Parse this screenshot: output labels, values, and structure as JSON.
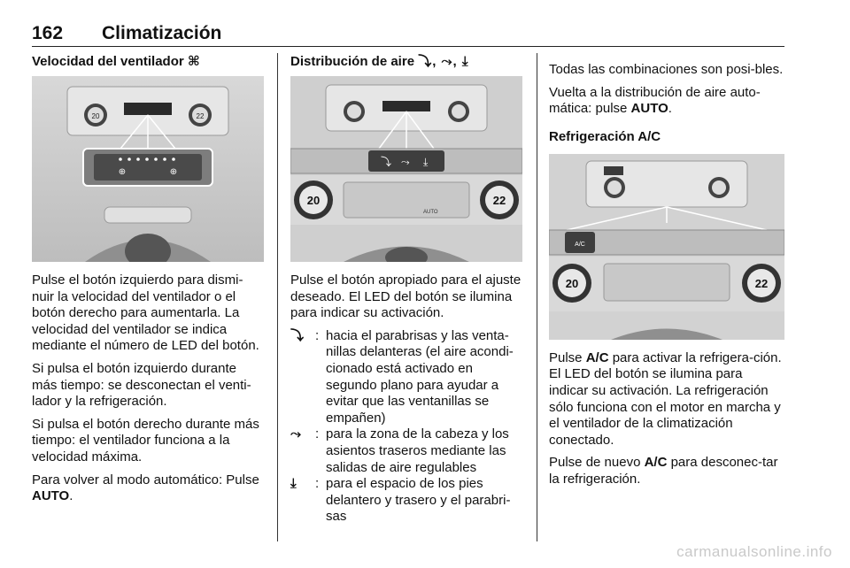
{
  "header": {
    "page_number": "162",
    "title": "Climatización"
  },
  "col1": {
    "heading": "Velocidad del ventilador",
    "heading_icon": "⌘",
    "para1": "Pulse el botón izquierdo para dismi-nuir la velocidad del ventilador o el botón derecho para aumentarla. La velocidad del ventilador se indica mediante el número de LED del botón.",
    "para2": "Si pulsa el botón izquierdo durante más tiempo: se desconectan el venti-lador y la refrigeración.",
    "para3": "Si pulsa el botón derecho durante más tiempo: el ventilador funciona a la velocidad máxima.",
    "para4_prefix": "Para volver al modo automático: Pulse ",
    "para4_bold": "AUTO",
    "para4_suffix": "."
  },
  "col2": {
    "heading": "Distribución de aire",
    "heading_icons": "⤵, ⤳, ⤓",
    "para1": "Pulse el botón apropiado para el ajuste deseado. El LED del botón se ilumina para indicar su activación.",
    "items": [
      {
        "symbol": "⤵",
        "text": "hacia el parabrisas y las venta-nillas delanteras (el aire acondi-cionado está activado en segundo plano para ayudar a evitar que las ventanillas se empañen)"
      },
      {
        "symbol": "⤳",
        "text": "para la zona de la cabeza y los asientos traseros mediante las salidas de aire regulables"
      },
      {
        "symbol": "⤓",
        "text": "para el espacio de los pies delantero y trasero y el parabri-sas"
      }
    ]
  },
  "col3": {
    "para1": "Todas las combinaciones son posi-bles.",
    "para2_prefix": "Vuelta a la distribución de aire auto-mática: pulse ",
    "para2_bold": "AUTO",
    "para2_suffix": ".",
    "heading": "Refrigeración A/C",
    "para3_prefix": "Pulse ",
    "para3_bold": "A/C",
    "para3_suffix": " para activar la refrigera-ción. El LED del botón se ilumina para indicar su activación. La refrigeración sólo funciona con el motor en marcha y el ventilador de la climatización conectado.",
    "para4_prefix": "Pulse de nuevo ",
    "para4_bold": "A/C",
    "para4_suffix": " para desconec-tar la refrigeración."
  },
  "figures": {
    "dial_left": "20",
    "dial_right": "22",
    "btn_auto": "AUTO",
    "btn_ac": "A/C"
  },
  "footer": {
    "watermark": "carmanualsonline.info"
  }
}
